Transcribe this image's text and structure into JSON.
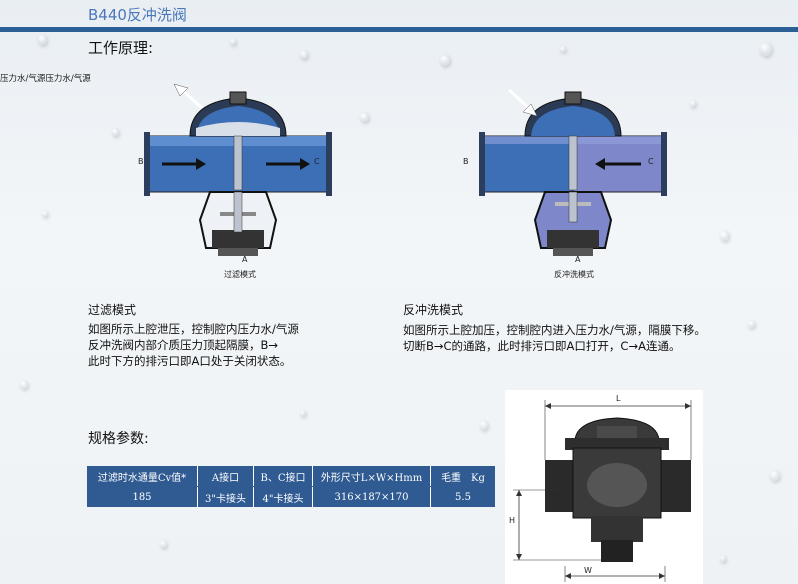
{
  "page": {
    "title": "B440反冲洗阀",
    "principle_heading": "工作原理:",
    "pressure_label": "压力水/气源压力水/气源"
  },
  "diagrams": {
    "left": {
      "port_b": "B",
      "port_c": "C",
      "port_a": "A",
      "caption": "过滤模式"
    },
    "right": {
      "port_b": "B",
      "port_c": "C",
      "port_a": "A",
      "caption": "反冲洗模式"
    }
  },
  "modes": {
    "filter": {
      "heading": "过滤模式",
      "lines": [
        "如图所示上腔泄压，控制腔内压力水/气源",
        "反冲洗阀内部介质压力顶起隔膜，B→",
        "此时下方的排污口即A口处于关闭状态。"
      ]
    },
    "backwash": {
      "heading": "反冲洗模式",
      "lines": [
        "如图所示上腔加压，控制腔内进入压力水/气源，隔膜下移。",
        "切断B→C的通路，此时排污口即A口打开，C→A连通。"
      ]
    }
  },
  "specs": {
    "heading": "规格参数:",
    "headers": [
      "过滤时水通量Cv值*",
      "A接口",
      "B、C接口",
      "外形尺寸L×W×Hmm",
      "毛重　Kg"
    ],
    "values": [
      "185",
      "3\"卡接头",
      "4\"卡接头",
      "316×187×170",
      "5.5"
    ]
  },
  "dimension_drawing": {
    "label_l": "L",
    "label_h": "H",
    "label_w": "W"
  },
  "colors": {
    "accent": "#2c5f96",
    "title": "#4a78b8",
    "valve_blue": "#3d6fb6",
    "valve_purple": "#7d87c9",
    "table_bg": "#2f5a92"
  }
}
